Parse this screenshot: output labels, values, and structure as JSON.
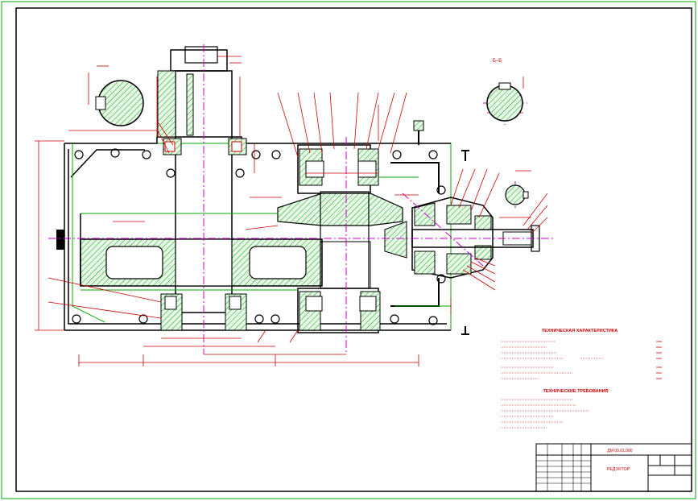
{
  "section_label": "Б–Б",
  "tech_characteristics": {
    "title": "ТЕХНИЧЕСКАЯ ХАРАКТЕРИСТИКА"
  },
  "tech_requirements": {
    "title": "ТЕХНИЧЕСКИЕ ТРЕБОВАНИЯ"
  },
  "title_block": {
    "designation": "ДМ 00.01.000",
    "name": "РЕДУКТОР"
  },
  "colors": {
    "line": "#000000",
    "dimension": "#cc0000",
    "hatch": "#00aa00",
    "axis": "#cc00cc",
    "frame": "#00aa00"
  }
}
